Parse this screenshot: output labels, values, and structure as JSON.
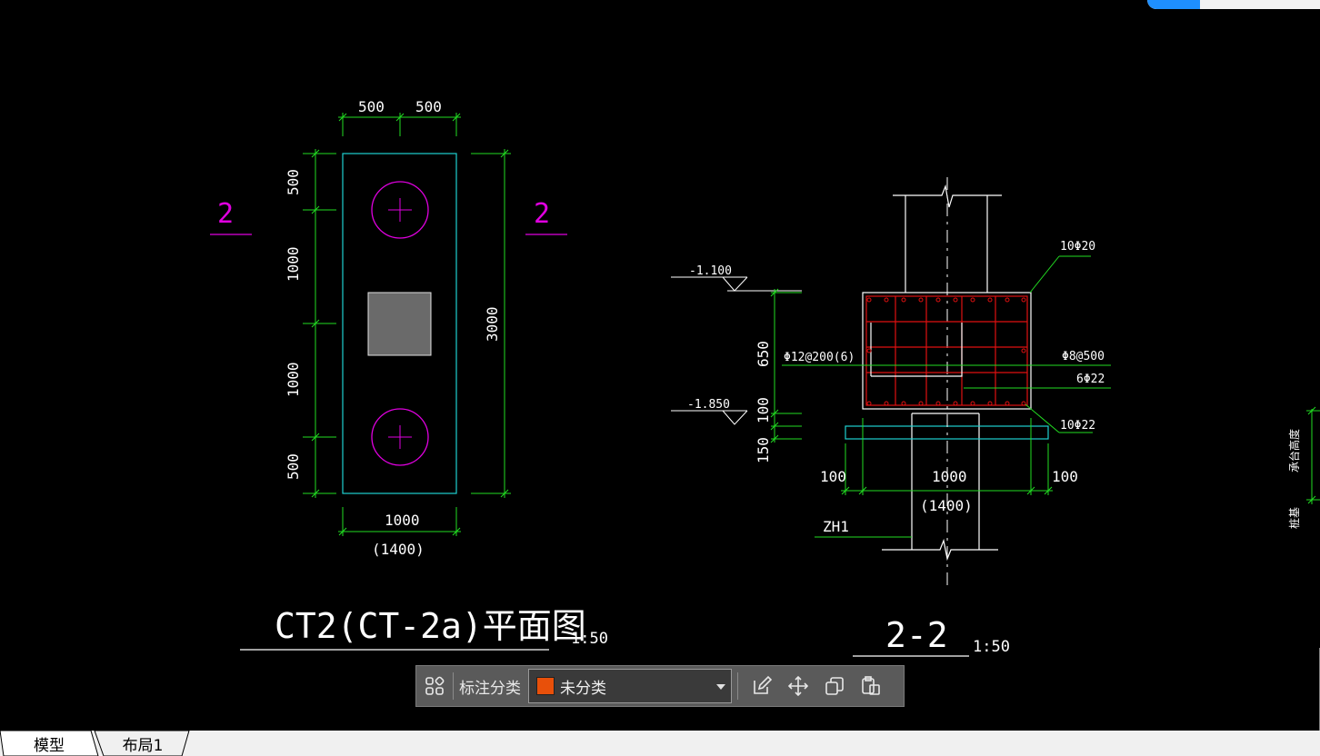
{
  "drawing": {
    "plan": {
      "dims_top": [
        "500",
        "500"
      ],
      "dims_left": [
        "500",
        "1000",
        "1000",
        "500"
      ],
      "dim_right": "3000",
      "dim_bottom": "1000",
      "dim_bottom_alt": "(1400)",
      "section_mark_left": "2",
      "section_mark_right": "2",
      "title": "CT2(CT-2a)平面图",
      "scale": "1:50"
    },
    "section": {
      "elev_top": "-1.100",
      "elev_bottom": "-1.850",
      "dims_left": [
        "650",
        "100",
        "150"
      ],
      "rebar_top": "10Φ20",
      "rebar_stirrup": "Φ12@200(6)",
      "rebar_side": "Φ8@500",
      "rebar_mid": "6Φ22",
      "rebar_bottom": "10Φ22",
      "dims_bottom": [
        "100",
        "1000",
        "100"
      ],
      "dim_bottom_alt": "(1400)",
      "pile_label": "ZH1",
      "title": "2-2",
      "scale": "1:50"
    },
    "right_edge": {
      "label_1": "承台高度",
      "label_2": "桩基"
    }
  },
  "toolbar": {
    "category_label": "标注分类",
    "category_value": "未分类",
    "swatch_color": "#e8500a",
    "icons": [
      "apps-icon",
      "edit-icon",
      "move-icon",
      "copy-icon",
      "paste-icon"
    ]
  },
  "tabs": [
    "模型",
    "布局1"
  ]
}
